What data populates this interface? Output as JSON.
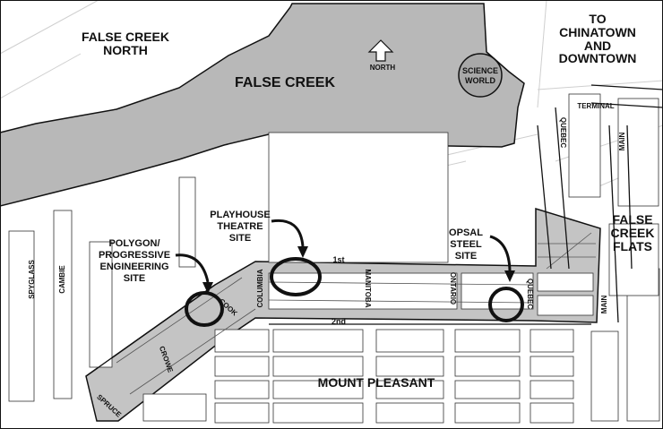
{
  "labels": {
    "fc_north_1": "FALSE CREEK",
    "fc_north_2": "NORTH",
    "false_creek": "FALSE CREEK",
    "north": "NORTH",
    "science_1": "SCIENCE",
    "science_2": "WORLD",
    "to_1": "TO",
    "to_2": "CHINATOWN",
    "to_3": "AND",
    "to_4": "DOWNTOWN",
    "terminal": "TERMINAL",
    "quebec_top": "QUEBEC",
    "main_top": "MAIN",
    "flats_1": "FALSE",
    "flats_2": "CREEK",
    "flats_3": "FLATS",
    "playhouse_1": "PLAYHOUSE",
    "playhouse_2": "THEATRE",
    "playhouse_3": "SITE",
    "polygon_1": "POLYGON/",
    "polygon_2": "PROGRESSIVE",
    "polygon_3": "ENGINEERING",
    "polygon_4": "SITE",
    "opsal_1": "OPSAL",
    "opsal_2": "STEEL",
    "opsal_3": "SITE",
    "first": "1st",
    "second": "2nd",
    "columbia": "COLUMBIA",
    "manitoba": "MANITOBA",
    "ontario": "ONTARIO",
    "quebec": "QUEBEC",
    "main": "MAIN",
    "cook": "COOK",
    "crowe": "CROWE",
    "spyglass": "SPYGLASS",
    "cambie": "CAMBIE",
    "spruce": "SPRUCE",
    "mount_pleasant": "MOUNT PLEASANT"
  },
  "colors": {
    "water": "#b8b8b8",
    "site": "#c4c4c4",
    "line": "#111111",
    "block": "#ffffff"
  }
}
